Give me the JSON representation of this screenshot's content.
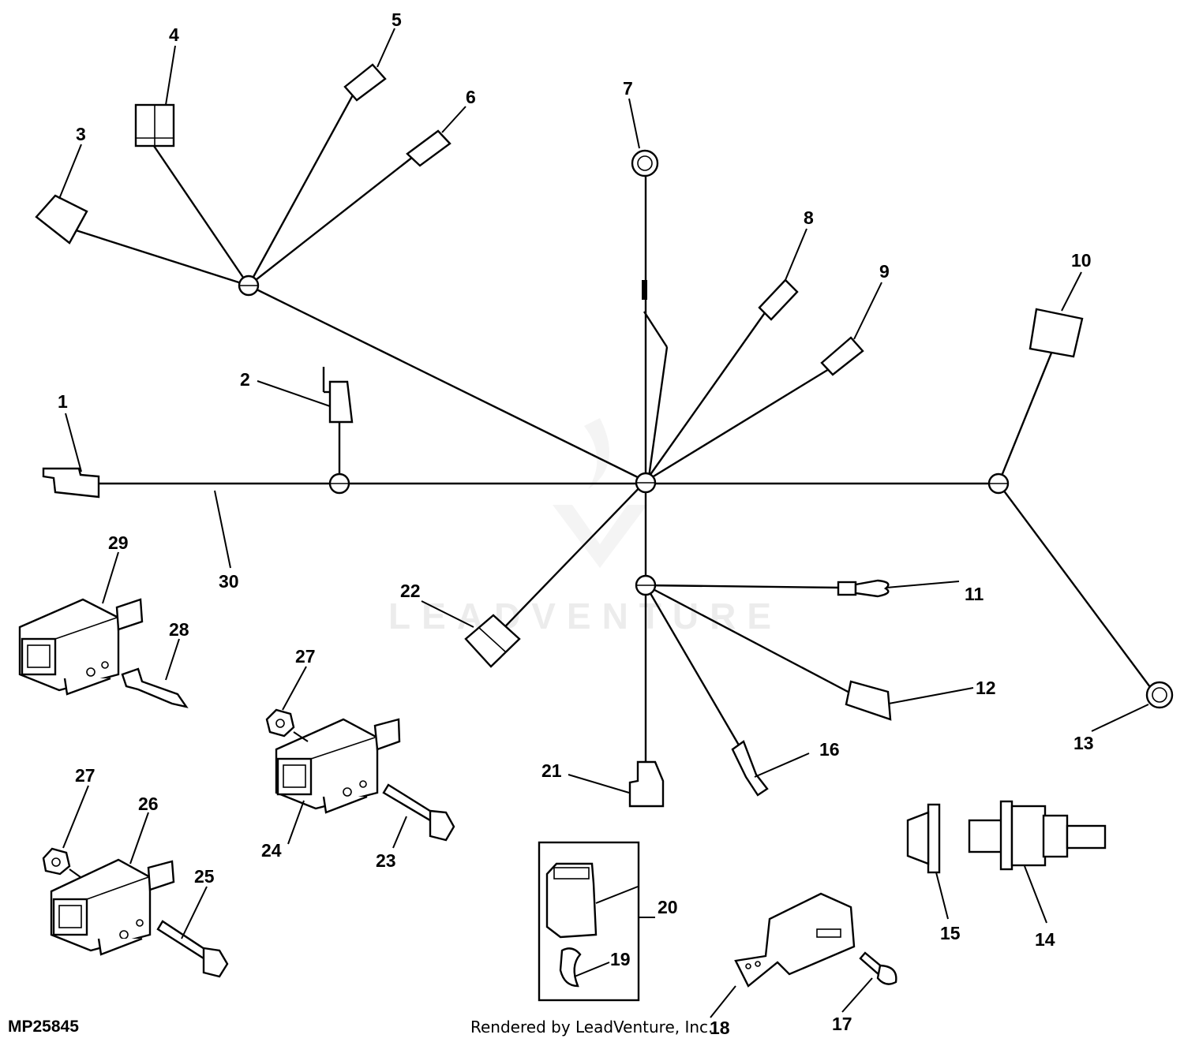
{
  "drawing_code": "MP25845",
  "credit": "Rendered by LeadVenture, Inc.",
  "watermark": "LEADVENTURE",
  "callouts": [
    "1",
    "2",
    "3",
    "4",
    "5",
    "6",
    "7",
    "8",
    "9",
    "10",
    "11",
    "12",
    "13",
    "14",
    "15",
    "16",
    "17",
    "18",
    "19",
    "20",
    "21",
    "22",
    "23",
    "24",
    "25",
    "26",
    "27",
    "27",
    "28",
    "29",
    "30"
  ]
}
